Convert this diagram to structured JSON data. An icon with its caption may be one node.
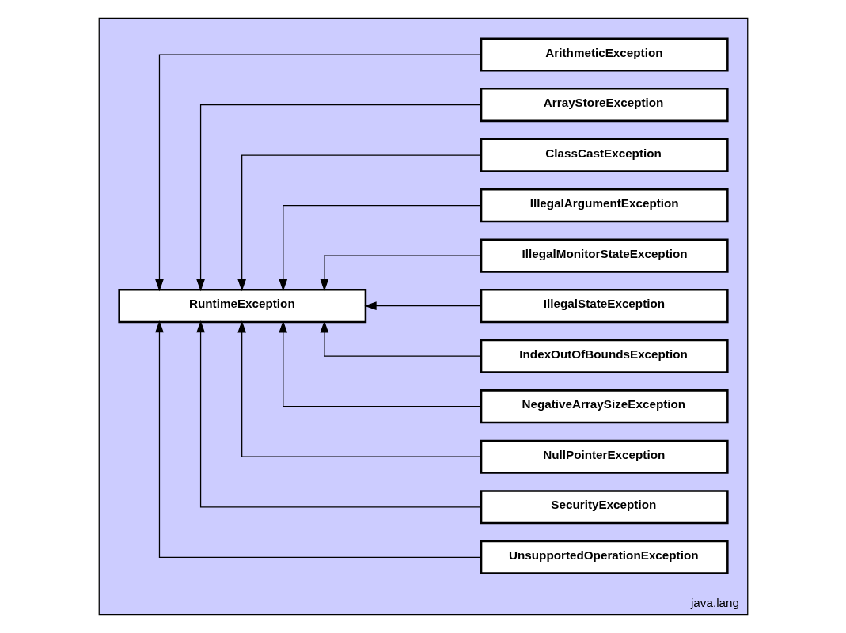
{
  "diagram": {
    "nodes": [
      {
        "text": [
          "java.lang"
        ]
      },
      {
        "text": [
          "RuntimeException"
        ],
        "in": 0
      },
      {
        "text": [
          "ArithmeticException"
        ],
        "in": 0
      },
      {
        "text": [
          "ArrayStoreException"
        ],
        "in": 0
      },
      {
        "text": [
          "ClassCastException"
        ],
        "in": 0
      },
      {
        "text": [
          "IllegalArgumentException"
        ],
        "in": 0
      },
      {
        "text": [
          "IllegalMonitorStateException"
        ],
        "in": 0
      },
      {
        "text": [
          "IllegalStateException"
        ],
        "in": 0
      },
      {
        "text": [
          "IndexOutOfBoundsException"
        ],
        "in": 0
      },
      {
        "text": [
          "NegativeArraySizeException"
        ],
        "in": 0
      },
      {
        "text": [
          "NullPointerException"
        ],
        "in": 0
      },
      {
        "text": [
          "SecurityException"
        ],
        "in": 0
      },
      {
        "text": [
          "UnsupportedOperationException"
        ],
        "in": 0
      }
    ],
    "edges": [
      {
        "from": 2,
        "to": 1,
        "arrow": "to"
      },
      {
        "from": 3,
        "to": 1,
        "arrow": "to"
      },
      {
        "from": 4,
        "to": 1,
        "arrow": "to"
      },
      {
        "from": 5,
        "to": 1,
        "arrow": "to"
      },
      {
        "from": 6,
        "to": 1,
        "arrow": "to"
      },
      {
        "from": 7,
        "to": 1,
        "arrow": "to"
      },
      {
        "from": 8,
        "to": 1,
        "arrow": "to"
      },
      {
        "from": 9,
        "to": 1,
        "arrow": "to"
      },
      {
        "from": 10,
        "to": 1,
        "arrow": "to"
      },
      {
        "from": 11,
        "to": 1,
        "arrow": "to"
      },
      {
        "from": 12,
        "to": 1,
        "arrow": "to"
      }
    ]
  }
}
